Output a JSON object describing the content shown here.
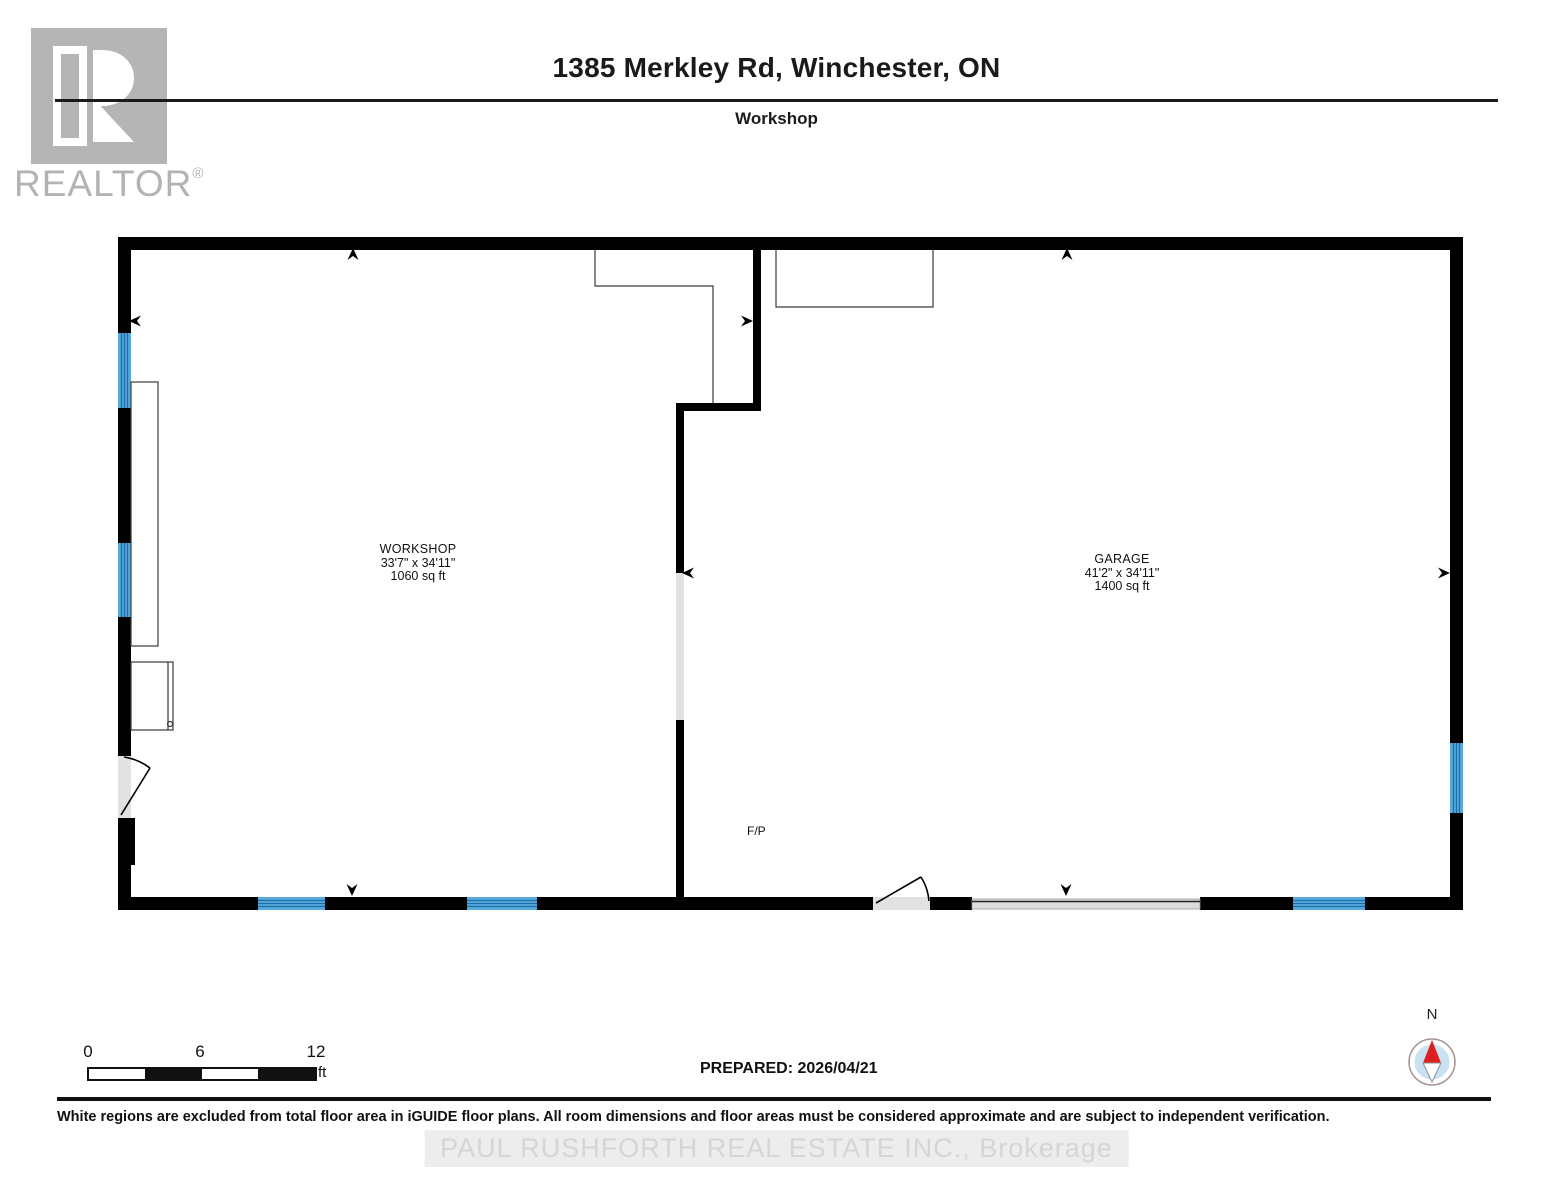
{
  "header": {
    "title": "1385 Merkley Rd, Winchester, ON",
    "subtitle": "Workshop"
  },
  "branding": {
    "realtor_wordmark": "REALTOR",
    "registered_mark": "®"
  },
  "plan": {
    "rooms": [
      {
        "name": "WORKSHOP",
        "dimensions": "33'7\" x 34'11\"",
        "area": "1060 sq ft"
      },
      {
        "name": "GARAGE",
        "dimensions": "41'2\" x 34'11\"",
        "area": "1400 sq ft"
      }
    ],
    "labels": {
      "fireplace": "F/P"
    }
  },
  "scale_bar": {
    "tick_0": "0",
    "tick_6": "6",
    "tick_12": "12",
    "unit": "ft"
  },
  "compass": {
    "north_label": "N"
  },
  "footer": {
    "prepared": "PREPARED: 2026/04/21",
    "disclaimer": "White regions are excluded from total floor area in iGUIDE floor plans. All room dimensions and floor areas must be considered approximate and are subject to independent verification.",
    "watermark": "PAUL RUSHFORTH REAL ESTATE INC., Brokerage"
  },
  "colors": {
    "wall": "#000000",
    "window_fill": "#58aadc",
    "window_stripe": "#1d6ea6",
    "opening_gray": "#e2e2e2",
    "garage_door_gray": "#dcdcdc",
    "needle_red": "#dd1f1f",
    "compass_inner_blue": "#c9e2f4",
    "watermark_gray": "#b5b5b5"
  }
}
